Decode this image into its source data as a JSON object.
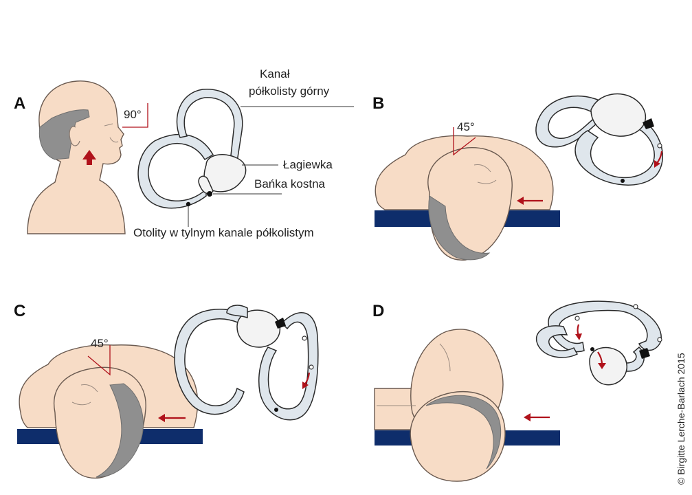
{
  "panels": {
    "a": {
      "letter": "A",
      "angle": "90°"
    },
    "b": {
      "letter": "B",
      "angle": "45°"
    },
    "c": {
      "letter": "C",
      "angle": "45°"
    },
    "d": {
      "letter": "D"
    }
  },
  "labels": {
    "superior_canal_line1": "Kanał",
    "superior_canal_line2": "półkolisty górny",
    "utricle": "Łagiewka",
    "ampulla": "Bańka kostna",
    "otoliths": "Otolity w tylnym kanale półkolistym"
  },
  "credit": "© Birgitte Lerche-Barlach 2015",
  "colors": {
    "skin": "#f7dcc6",
    "hair": "#8f8f8f",
    "canal": "#dfe6ec",
    "table": "#0e2d6b",
    "arrow": "#b0121b"
  },
  "icons": [
    "direction-arrow-icon",
    "otolith-dot-icon"
  ]
}
